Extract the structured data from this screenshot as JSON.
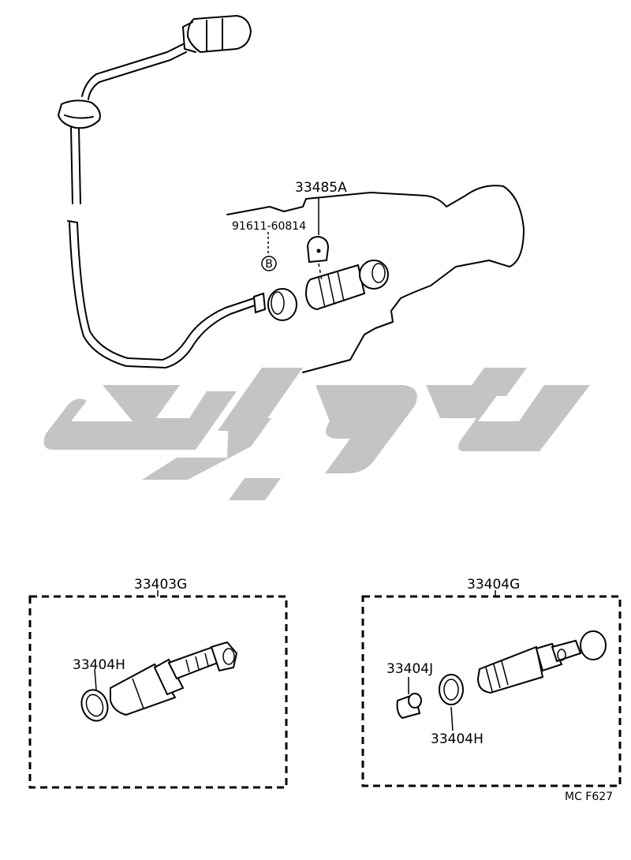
{
  "labels": {
    "part_top_main": "33485A",
    "part_bolt": "91611-60814",
    "marker_b": "B",
    "group_left": "33403G",
    "group_right": "33404G",
    "left_oring": "33404H",
    "right_sleeve": "33404J",
    "right_oring": "33404H",
    "figure_code": "MC F627"
  },
  "watermark": {
    "text": "تویوپارت",
    "color": "#c4c4c4"
  },
  "colors": {
    "ink": "#000000",
    "background": "#ffffff"
  }
}
